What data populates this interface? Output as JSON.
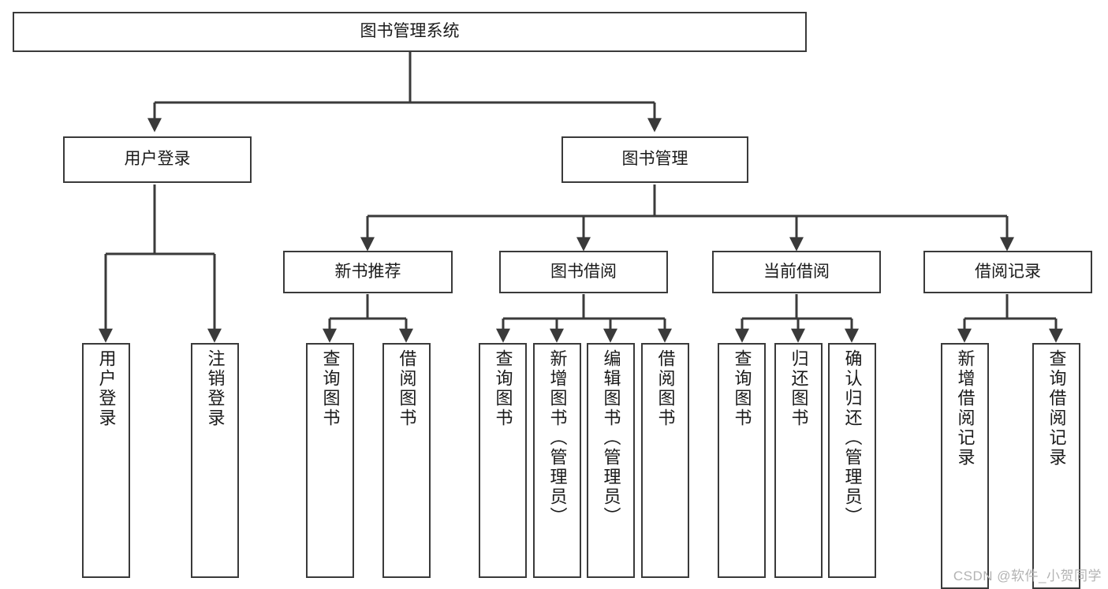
{
  "diagram": {
    "title": "图书管理系统",
    "watermark": "CSDN @软件_小贺同学",
    "colors": {
      "box_border": "#3a3a3a",
      "box_fill": "#ffffff",
      "edge": "#3a3a3a",
      "text": "#1a1a1a",
      "watermark": "#b3b3b3",
      "background": "#ffffff"
    },
    "nodes": {
      "root": {
        "label": "图书管理系统"
      },
      "level2": [
        {
          "label": "用户登录"
        },
        {
          "label": "图书管理"
        }
      ],
      "level3": [
        {
          "label": "新书推荐"
        },
        {
          "label": "图书借阅"
        },
        {
          "label": "当前借阅"
        },
        {
          "label": "借阅记录"
        }
      ],
      "leaves": {
        "user_login": [
          {
            "label": "用户登录"
          },
          {
            "label": "注销登录"
          }
        ],
        "new_book_recommend": [
          {
            "label": "查询图书"
          },
          {
            "label": "借阅图书"
          }
        ],
        "book_borrow": [
          {
            "label": "查询图书"
          },
          {
            "label": "新增图书（管理员）"
          },
          {
            "label": "编辑图书（管理员）"
          },
          {
            "label": "借阅图书"
          }
        ],
        "current_borrow": [
          {
            "label": "查询图书"
          },
          {
            "label": "归还图书"
          },
          {
            "label": "确认归还（管理员）"
          }
        ],
        "borrow_record": [
          {
            "label": "新增借阅记录"
          },
          {
            "label": "查询借阅记录"
          }
        ]
      }
    }
  }
}
